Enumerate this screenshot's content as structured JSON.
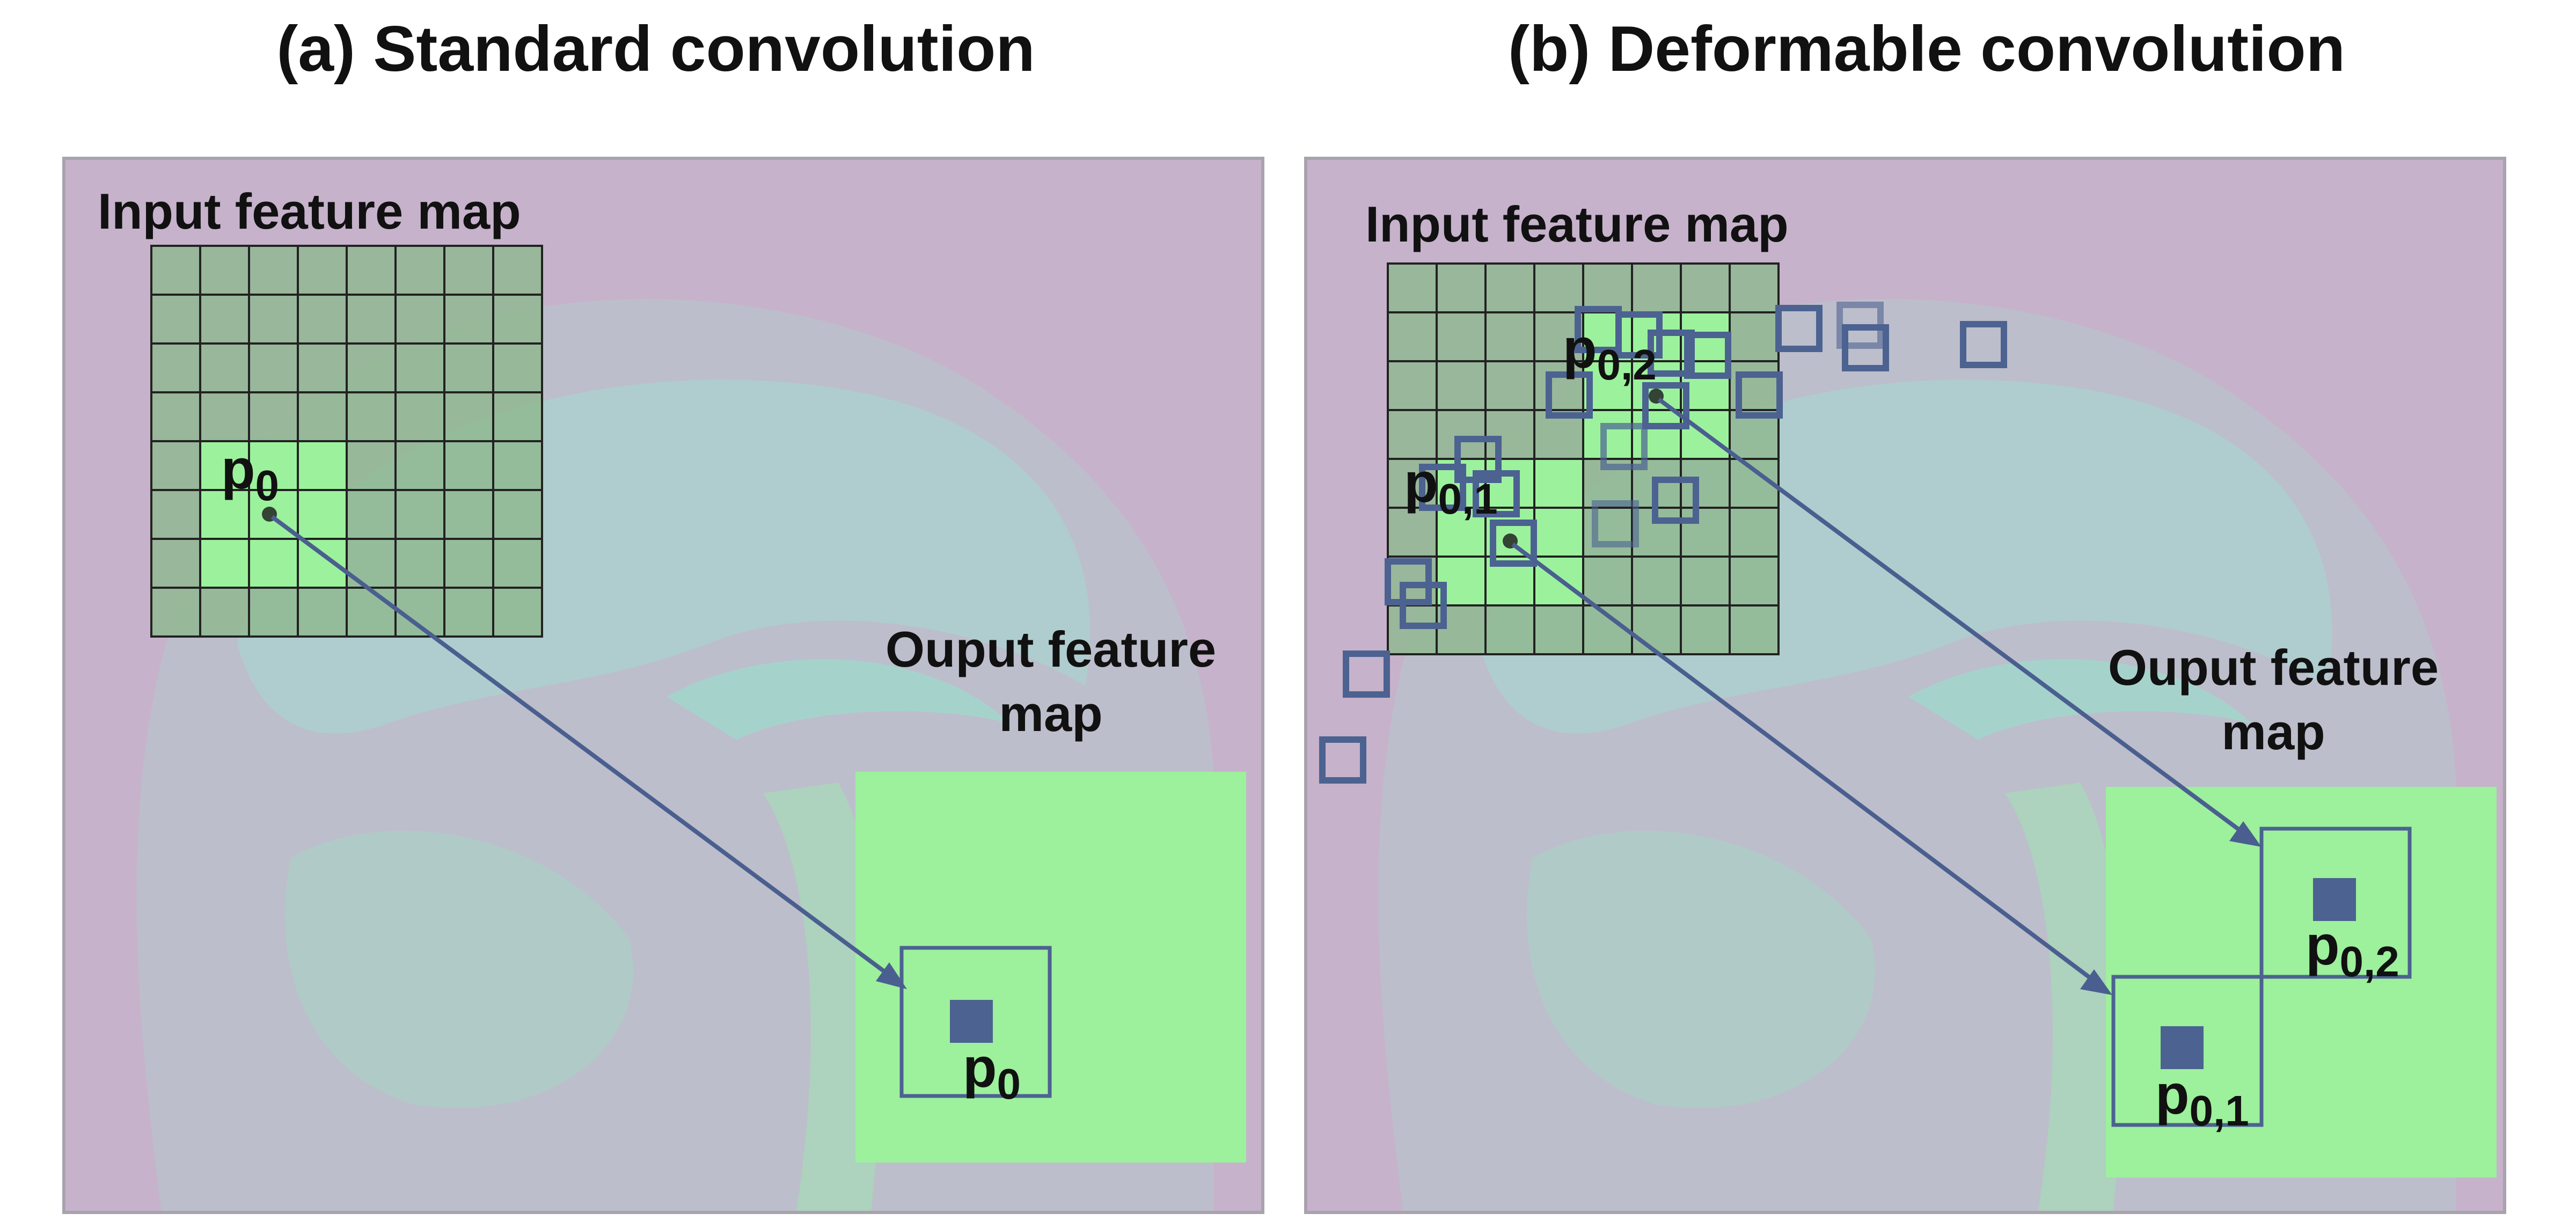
{
  "panel_a": {
    "title": "(a) Standard convolution",
    "input_label": "Input feature map",
    "output_label_line1": "Ouput feature",
    "output_label_line2": "map",
    "point_in": {
      "base": "p",
      "sub": "0"
    },
    "point_out": {
      "base": "p",
      "sub": "0"
    }
  },
  "panel_b": {
    "title": "(b) Deformable convolution",
    "input_label": "Input feature map",
    "output_label_line1": "Ouput feature",
    "output_label_line2": "map",
    "point_in_1": {
      "base": "p",
      "sub": "0,1"
    },
    "point_in_2": {
      "base": "p",
      "sub": "0,2"
    },
    "point_out_1": {
      "base": "p",
      "sub": "0,1"
    },
    "point_out_2": {
      "base": "p",
      "sub": "0,2"
    }
  },
  "colors": {
    "grid_fill": "#8fb88f",
    "highlight_green": "#9cf29c",
    "output_green": "#9df09c",
    "kernel_blue": "#4c6291",
    "arrow": "#4a5f8f",
    "background_mauve": "#c6b2cb"
  }
}
